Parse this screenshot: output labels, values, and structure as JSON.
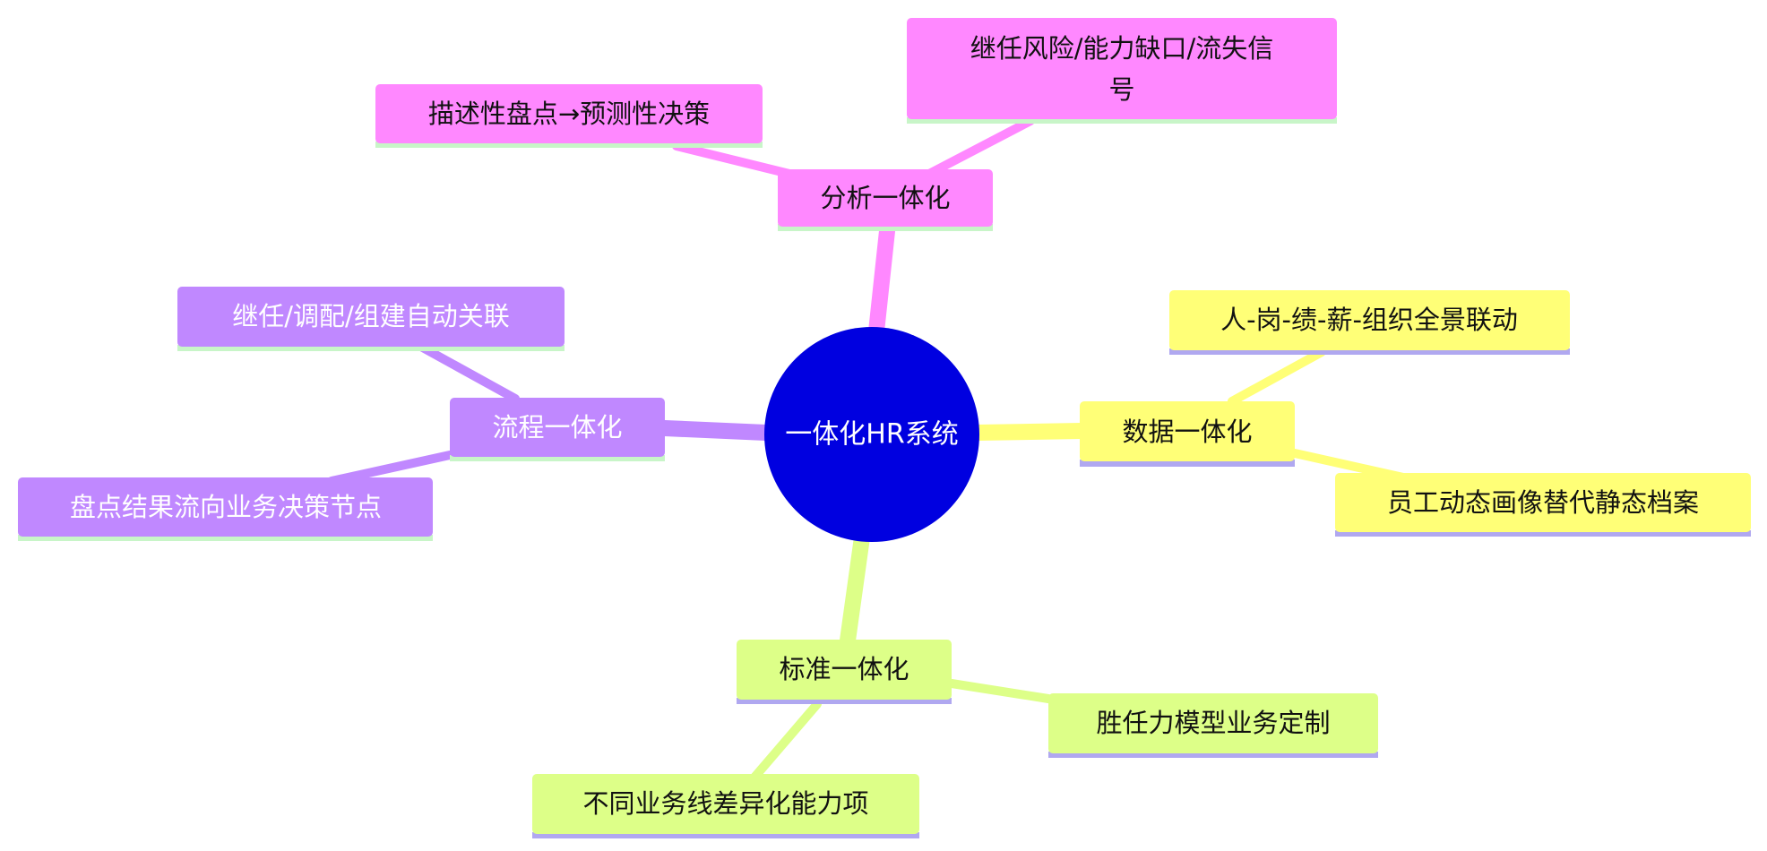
{
  "colors": {
    "center": "#0000e0",
    "center_text": "#ffffff",
    "analysis": "#ff88ff",
    "data": "#ffff77",
    "process": "#c088ff",
    "standard": "#ddff88",
    "underline_green": "#c8f5c8",
    "underline_purple": "#b0a8f0",
    "text_dark": "#111111",
    "text_light": "#ffffff"
  },
  "center": {
    "label": "一体化HR系统"
  },
  "branches": [
    {
      "id": "analysis",
      "label": "分析一体化",
      "children": [
        {
          "label": "描述性盘点→预测性决策"
        },
        {
          "label": "继任风险/能力缺口/流失信",
          "label_line2": "号"
        }
      ]
    },
    {
      "id": "data",
      "label": "数据一体化",
      "children": [
        {
          "label": "人-岗-绩-薪-组织全景联动"
        },
        {
          "label": "员工动态画像替代静态档案"
        }
      ]
    },
    {
      "id": "process",
      "label": "流程一体化",
      "children": [
        {
          "label": "继任/调配/组建自动关联"
        },
        {
          "label": "盘点结果流向业务决策节点"
        }
      ]
    },
    {
      "id": "standard",
      "label": "标准一体化",
      "children": [
        {
          "label": "胜任力模型业务定制"
        },
        {
          "label": "不同业务线差异化能力项"
        }
      ]
    }
  ]
}
